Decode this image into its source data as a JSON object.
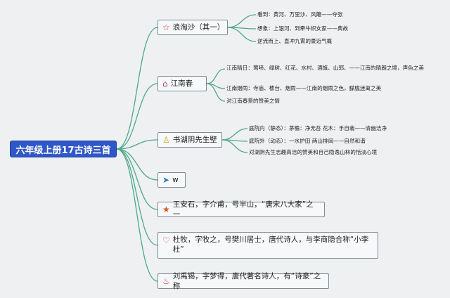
{
  "root": {
    "label": "六年级上册17古诗三首"
  },
  "branches": [
    {
      "label": "浪淘沙（其一）",
      "icon": "star-outline-icon",
      "children": [
        "看到：黄河、万里沙、风簸——夺张",
        "想象：上银河、到牵牛织女家——典故",
        "逆流而上、直冲九霄的豪迈气概"
      ]
    },
    {
      "label": "江南春",
      "icon": "house-icon",
      "children": [
        "江南晴日：莺啼、绿树、红花、水村、酒旗、山郭、——江南的晴朗之境，声色之美",
        "江南烟雨：寺庙、楼台、烟雨——江南的烟雨之色，朦胧迷离之美",
        "对江南春景的赞美之情"
      ]
    },
    {
      "label": "书湖阴先生壁",
      "icon": "bulb-icon",
      "children": [
        "庭院内（静态）：茅檐：净无苔 花木：手自栽——清幽洁净",
        "庭院外（动态）：一水护田 两山排闼——自然和谐",
        "对湖阴先生志趣高洁的赞美和自己隐逸山林的恬淡心境"
      ]
    },
    {
      "label": "w",
      "icon": "paper-plane-icon",
      "children": []
    },
    {
      "label": "王安石，字介甫，号半山，“唐宋八大家”之一",
      "icon": "star-filled-icon",
      "children": []
    },
    {
      "label": "杜牧，字牧之，号樊川居士，唐代诗人，与李商隐合称“小李杜”",
      "icon": "heart-icon",
      "children": []
    },
    {
      "label": "刘禹锡，字梦得，唐代著名诗人，有“诗豪”之称",
      "icon": "flame-icon",
      "children": []
    }
  ],
  "colors": {
    "line": "#4ea88a",
    "root_fill": "#2f57c8"
  }
}
